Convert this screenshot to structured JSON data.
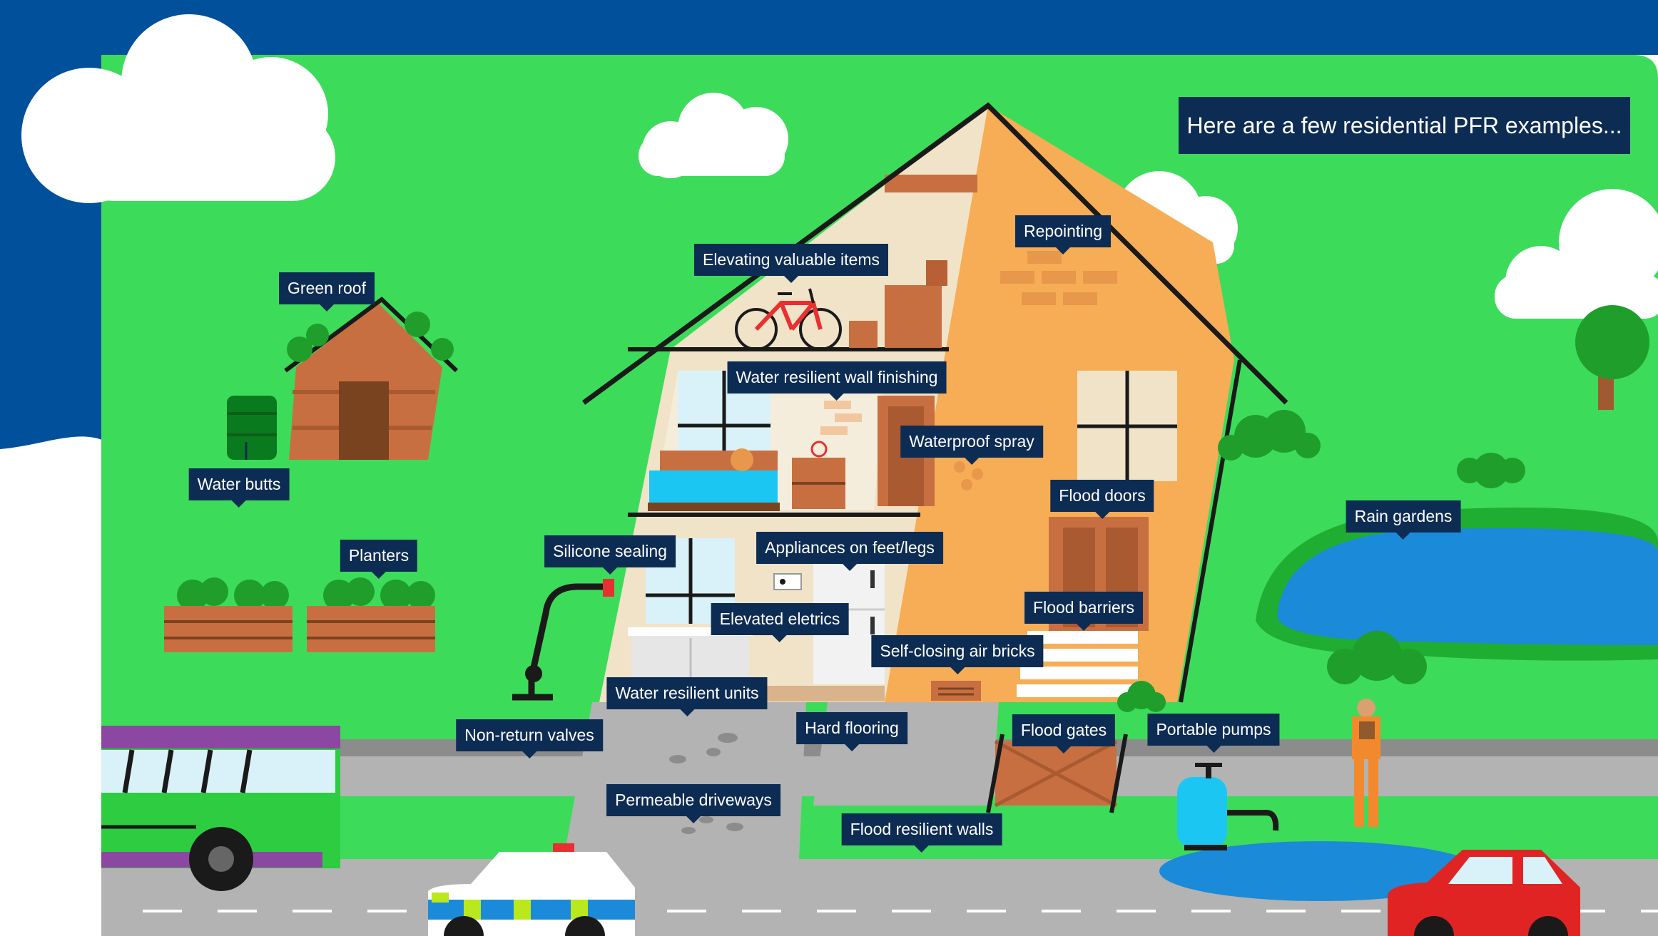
{
  "title": "Here are a few residential PFR examples...",
  "colors": {
    "header_blue": "#00509b",
    "grass_green": "#3cdc5a",
    "label_navy": "#0d2c54",
    "house_orange": "#f6ad55",
    "road_grey": "#b3b3b3"
  },
  "labels": {
    "green_roof": "Green roof",
    "water_butts": "Water butts",
    "planters": "Planters",
    "elevating_valuable_items": "Elevating valuable items",
    "repointing": "Repointing",
    "water_resilient_wall_finishing": "Water resilient wall finishing",
    "waterproof_spray": "Waterproof spray",
    "flood_doors": "Flood doors",
    "rain_gardens": "Rain gardens",
    "silicone_sealing": "Silicone sealing",
    "appliances_on_feet_legs": "Appliances on feet/legs",
    "elevated_eletrics": "Elevated eletrics",
    "flood_barriers": "Flood barriers",
    "self_closing_air_bricks": "Self-closing air bricks",
    "water_resilient_units": "Water resilient units",
    "non_return_valves": "Non-return valves",
    "hard_flooring": "Hard flooring",
    "flood_gates": "Flood gates",
    "portable_pumps": "Portable pumps",
    "permeable_driveways": "Permeable driveways",
    "flood_resilient_walls": "Flood resilient walls"
  }
}
